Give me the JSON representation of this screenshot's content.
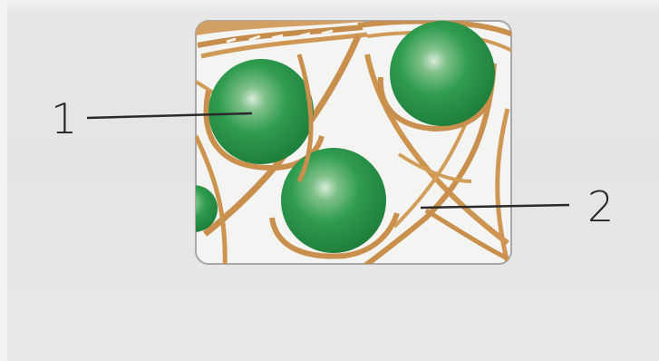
{
  "figure": {
    "labels": [
      {
        "id": "1",
        "text": "1"
      },
      {
        "id": "2",
        "text": "2"
      }
    ],
    "colors": {
      "background": "#e6e6e6",
      "panel_fill": "#f4f4f2",
      "panel_border": "#a8a8a8",
      "fiber": "#c9924f",
      "cell": "#2a9a4c",
      "leader_line": "#2a2a2a"
    }
  }
}
